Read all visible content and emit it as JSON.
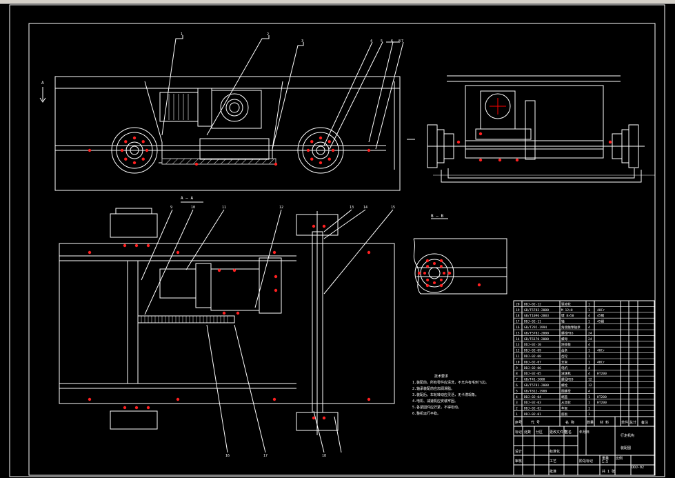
{
  "app": {
    "chrome_color": "#d4d0c8",
    "canvas_color": "#000000"
  },
  "colors": {
    "line": "#ffffff",
    "hole": "#ff2020",
    "hatch": "#bbbbbb",
    "accent": "#ff0000"
  },
  "views": {
    "front_section_label": "A",
    "plan_section_label": "A — A",
    "detail_label": "B — B"
  },
  "notes": {
    "title": "技术要求",
    "items": [
      "1.装配前，所有零件应清洗，不允许有毛刺飞边。",
      "2.轴承装配前应加润滑脂。",
      "3.装配后，车轮转动应灵活，无卡滞现象。",
      "4.电机、减速机应安装牢固。",
      "5.各紧固件应拧紧，不得松动。",
      "6.整机运行平稳。"
    ]
  },
  "parts_list": {
    "rows": [
      {
        "no": "20",
        "code": "DDJ-02-12",
        "name": "驱动轮",
        "qty": "1",
        "material": "",
        "note": ""
      },
      {
        "no": "19",
        "code": "GB/T5782-2000",
        "name": "M 12×8",
        "qty": "1",
        "material": "40Cr",
        "note": ""
      },
      {
        "no": "18",
        "code": "GB/T1096-2003",
        "name": "键 8×50",
        "qty": "4",
        "material": "45钢",
        "note": ""
      },
      {
        "no": "17",
        "code": "DDJ-02-11",
        "name": "轴",
        "qty": "1",
        "material": "45钢",
        "note": ""
      },
      {
        "no": "16",
        "code": "GB/T292-1994",
        "name": "角接触球轴承",
        "qty": "4",
        "material": "",
        "note": ""
      },
      {
        "no": "15",
        "code": "GB/T5782-2000",
        "name": "螺栓M16",
        "qty": "24",
        "material": "",
        "note": ""
      },
      {
        "no": "14",
        "code": "GB/T6170-2000",
        "name": "螺母",
        "qty": "24",
        "material": "",
        "note": ""
      },
      {
        "no": "13",
        "code": "DDJ-02-10",
        "name": "连接板",
        "qty": "4",
        "material": "",
        "note": ""
      },
      {
        "no": "12",
        "code": "DDJ-02-09",
        "name": "齿条",
        "qty": "1",
        "material": "40Cr",
        "note": ""
      },
      {
        "no": "11",
        "code": "DDJ-02-08",
        "name": "齿轮",
        "qty": "1",
        "material": "",
        "note": ""
      },
      {
        "no": "10",
        "code": "DDJ-02-07",
        "name": "支架",
        "qty": "1",
        "material": "40Cr",
        "note": ""
      },
      {
        "no": "9",
        "code": "DDJ-02-06",
        "name": "电机",
        "qty": "4",
        "material": "",
        "note": ""
      },
      {
        "no": "8",
        "code": "DDJ-02-05",
        "name": "减速机",
        "qty": "4",
        "material": "HT200",
        "note": ""
      },
      {
        "no": "7",
        "code": "GB/T41-2000",
        "name": "螺母M20",
        "qty": "12",
        "material": "",
        "note": ""
      },
      {
        "no": "6",
        "code": "GB/T5781-2000",
        "name": "螺栓",
        "qty": "12",
        "material": "",
        "note": ""
      },
      {
        "no": "5",
        "code": "GB/T812-1988",
        "name": "圆螺母",
        "qty": "4",
        "material": "",
        "note": ""
      },
      {
        "no": "4",
        "code": "DDJ-02-04",
        "name": "端盖",
        "qty": "1",
        "material": "HT200",
        "note": ""
      },
      {
        "no": "3",
        "code": "DDJ-02-03",
        "name": "从动轮",
        "qty": "1",
        "material": "HT200",
        "note": ""
      },
      {
        "no": "2",
        "code": "DDJ-02-02",
        "name": "车架",
        "qty": "1",
        "material": "",
        "note": ""
      },
      {
        "no": "1",
        "code": "DDJ-02-01",
        "name": "底板",
        "qty": "1",
        "material": "",
        "note": ""
      }
    ],
    "header": {
      "no": "序号",
      "code": "代 号",
      "name": "名 称",
      "qty": "数量",
      "material": "材 料",
      "single": "单件",
      "total": "总计",
      "note": "备注"
    }
  },
  "title_block": {
    "drawing_title": "行走机构",
    "drawing_number": "DDJ-02",
    "sub_title": "装配图",
    "scale": "1:5",
    "sheet": "共 1 张",
    "labels": {
      "mark": "标记",
      "count": "处数",
      "zone": "分区",
      "doc": "更改文件号",
      "sign": "签名",
      "date": "年月日",
      "design": "设计",
      "std": "标准化",
      "stage": "阶段标记",
      "weight": "重量",
      "ratio": "比例",
      "review": "审核",
      "process": "工艺",
      "approve": "批准"
    }
  },
  "balloons": {
    "front": [
      "1",
      "2",
      "3",
      "4",
      "5",
      "6",
      "7",
      "8"
    ],
    "plan": [
      "9",
      "10",
      "11",
      "12",
      "13",
      "14",
      "15",
      "16",
      "17",
      "18"
    ]
  }
}
